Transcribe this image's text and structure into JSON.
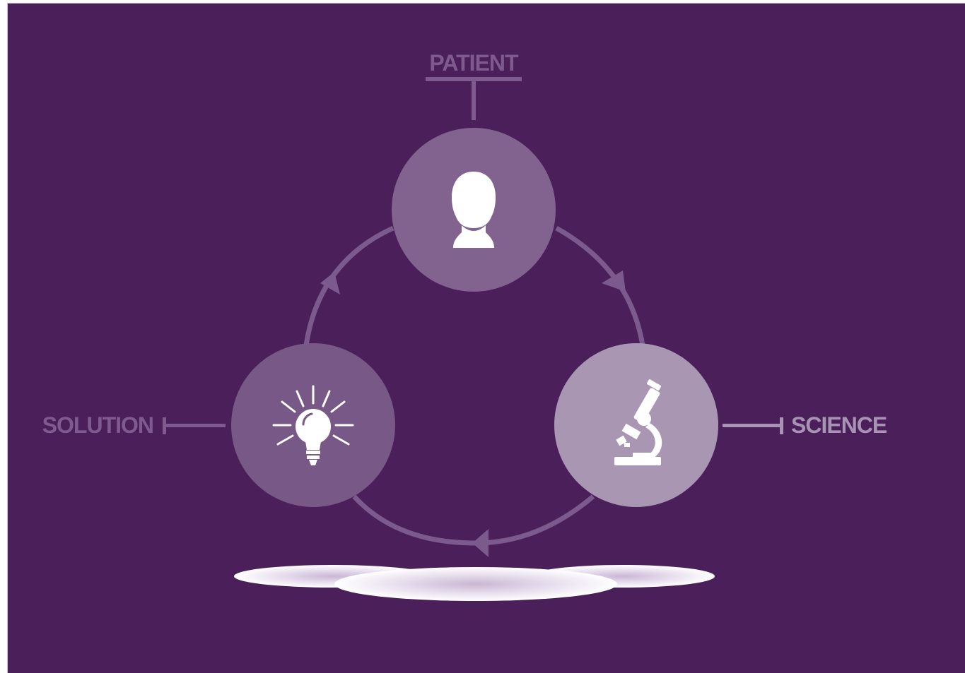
{
  "diagram": {
    "labels": {
      "top": "PATIENT",
      "left": "SOLUTION",
      "right": "SCIENCE"
    },
    "nodes": [
      {
        "id": "patient",
        "icon": "person-head-icon"
      },
      {
        "id": "solution",
        "icon": "lightbulb-icon"
      },
      {
        "id": "science",
        "icon": "microscope-icon"
      }
    ],
    "flow": [
      "patient",
      "science",
      "solution",
      "patient"
    ],
    "colors": {
      "background": "#4a1f5a",
      "patient_circle": "#82638f",
      "solution_circle": "#785886",
      "science_circle": "#a896b3",
      "cycle_stroke": "#7c5a8e",
      "icon": "#ffffff"
    }
  }
}
